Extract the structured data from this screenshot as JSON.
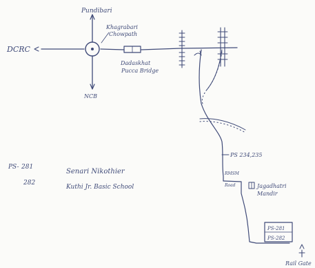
{
  "map": {
    "roads": {
      "west_label": "DCRC",
      "north_label": "Pundibari",
      "south_label": "NCB",
      "junction_label_line1": "Khagrabari",
      "junction_label_line2": "Chowpath",
      "bridge_label_line1": "Dadaskhat",
      "bridge_label_line2": "Pucca Bridge",
      "rail_label": "Rail Gate"
    },
    "route": {
      "ps_pointer_label": "PS 234,235",
      "side_road_line1": "RMSM",
      "side_road_line2": "Road",
      "temple_line1": "Jagadhatri",
      "temple_line2": "Mandir",
      "box_line1": "PS-281",
      "box_line2": "PS-282"
    },
    "legend": {
      "ps_prefix": "PS-",
      "entries": [
        {
          "number": "281",
          "name": "Senari Nikothier"
        },
        {
          "number": "282",
          "name": "Kuthi Jr. Basic School"
        }
      ]
    },
    "ink_color": "#3f4a78"
  }
}
